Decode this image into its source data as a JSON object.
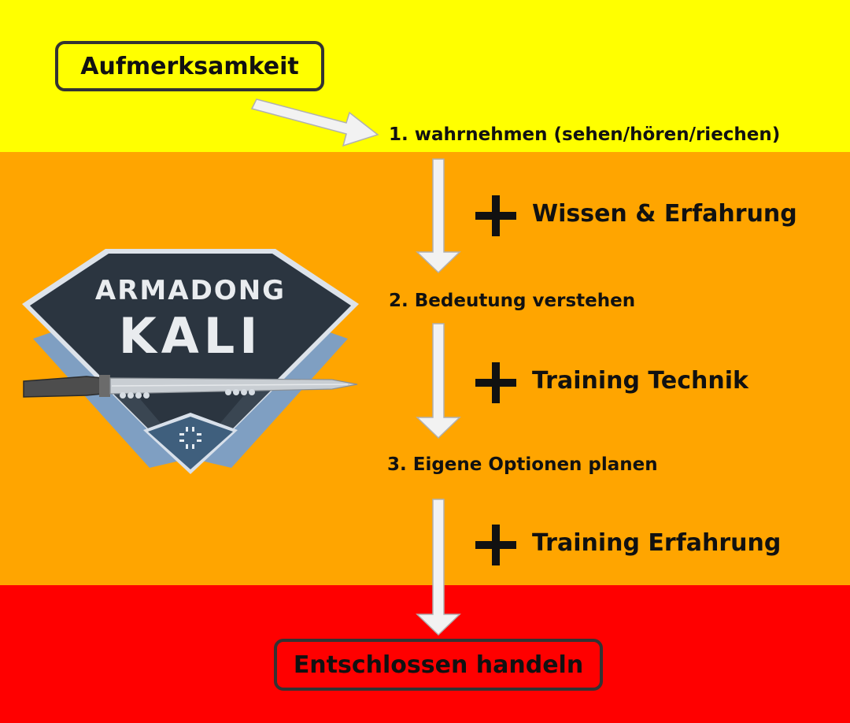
{
  "start_box": {
    "label": "Aufmerksamkeit"
  },
  "steps": [
    {
      "label": "1. wahrnehmen (sehen/hören/riechen)"
    },
    {
      "label": "2. Bedeutung verstehen"
    },
    {
      "label": "3. Eigene Optionen planen"
    }
  ],
  "additions": [
    {
      "label": "Wissen & Erfahrung"
    },
    {
      "label": "Training Technik"
    },
    {
      "label": "Training Erfahrung"
    }
  ],
  "end_box": {
    "label": "Entschlossen handeln"
  },
  "logo": {
    "line1": "ARMADONG",
    "line2": "KALI"
  },
  "colors": {
    "top_band": "#ffff00",
    "middle_band": "#ffa500",
    "bottom_band": "#ff0000",
    "arrow_fill": "#f2f2f2",
    "logo_dark": "#2b3540",
    "logo_blue": "#7f9fc2"
  }
}
